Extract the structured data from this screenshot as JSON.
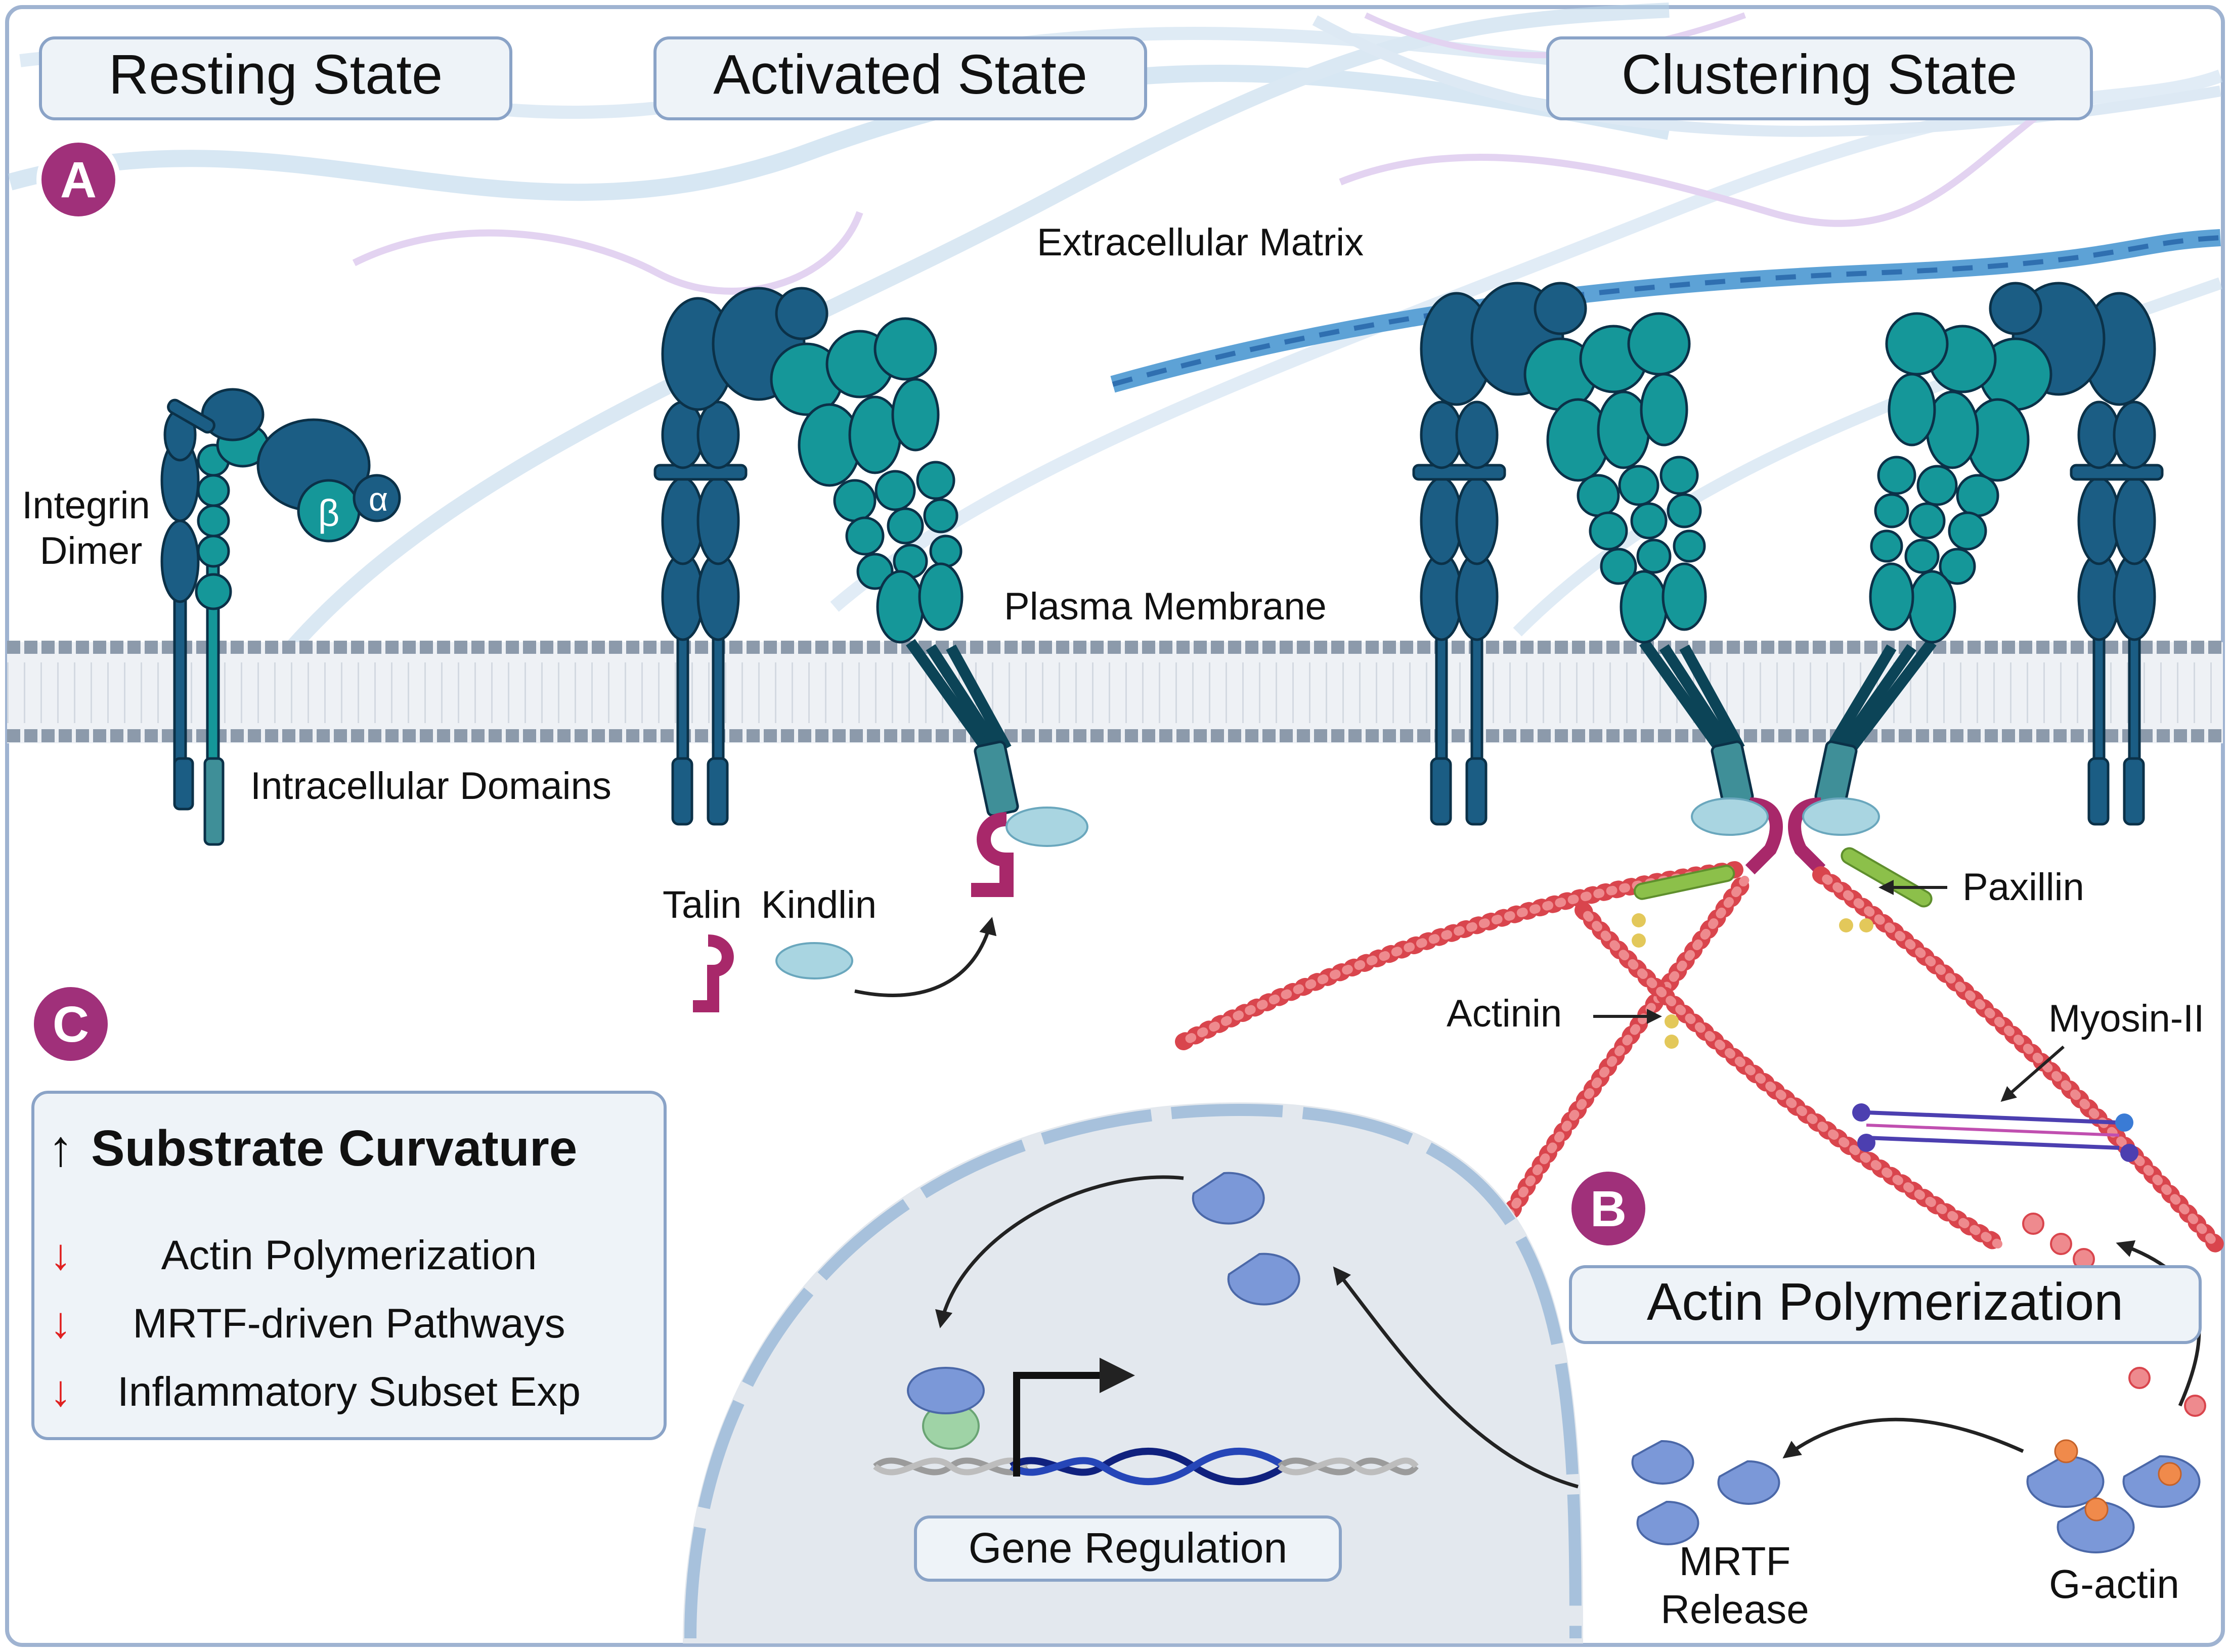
{
  "state_titles": {
    "resting": "Resting State",
    "activated": "Activated State",
    "clustering": "Clustering State"
  },
  "panel_markers": {
    "a": "A",
    "b": "B",
    "c": "C"
  },
  "labels": {
    "extracellular_matrix": "Extracellular Matrix",
    "integrin_line1": "Integrin",
    "integrin_line2": "Dimer",
    "beta": "β",
    "alpha": "α",
    "plasma_membrane": "Plasma Membrane",
    "intracellular_domains": "Intracellular Domains",
    "talin": "Talin",
    "kindlin": "Kindlin",
    "paxillin": "Paxillin",
    "actinin": "Actinin",
    "myosin": "Myosin-II",
    "mrtf_line1": "MRTF",
    "mrtf_line2": "Release",
    "g_actin": "G-actin"
  },
  "boxes": {
    "actin_polymerization": "Actin Polymerization",
    "gene_regulation": "Gene Regulation"
  },
  "summary": {
    "title_arrow": "↑",
    "title": "Substrate Curvature",
    "items": [
      {
        "arrow": "↓",
        "label": "Actin Polymerization"
      },
      {
        "arrow": "↓",
        "label": "MRTF-driven Pathways"
      },
      {
        "arrow": "↓",
        "label": "Inflammatory Subset Exp"
      }
    ]
  },
  "colors": {
    "integrin_alpha": "#1b5d84",
    "integrin_beta": "#159799",
    "integrin_stroke": "#0b3148",
    "membrane_head": "#8c9aab",
    "talin": "#a8286a",
    "kindlin": "#a9d5e1",
    "actin": "#d9454d",
    "paxillin": "#8cc04a",
    "actinin": "#e3c85a",
    "mrtf": "#7b98d8",
    "nucleus": "#e3e8ee",
    "marker": "#a0307a",
    "label_box_fill": "#eef3f8",
    "label_box_stroke": "#8aa3c7",
    "down_arrow": "#e02020"
  }
}
